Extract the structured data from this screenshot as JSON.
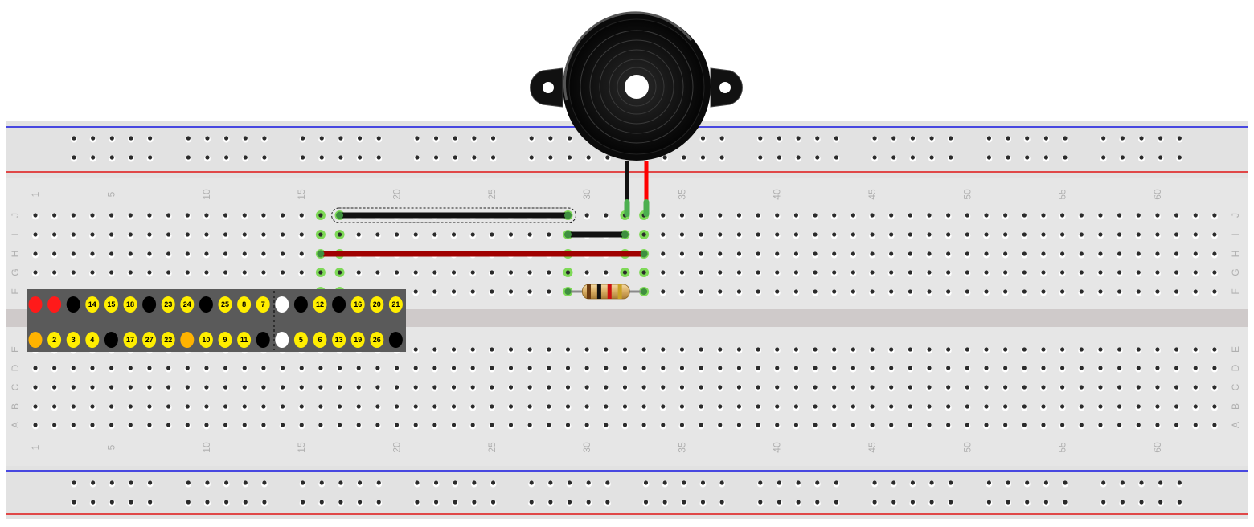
{
  "diagram": {
    "type": "breadboard-circuit",
    "breadboard": {
      "columns": 63,
      "column_number_labels": [
        "1",
        "5",
        "10",
        "15",
        "20",
        "25",
        "30",
        "35",
        "40",
        "45",
        "50",
        "55",
        "60"
      ],
      "top_half_rows": [
        "J",
        "I",
        "H",
        "G",
        "F"
      ],
      "bottom_half_rows": [
        "E",
        "D",
        "C",
        "B",
        "A"
      ],
      "colors": {
        "board": "#e6e6e6",
        "trench": "#cfcaca",
        "rail_blue": "#1414e0",
        "rail_red": "#e01414",
        "hole": "#2a2a2a",
        "highlight": "#7ed957"
      }
    },
    "gpio_header": {
      "top_row_pins": [
        {
          "label": "",
          "color": "#ff1a1a"
        },
        {
          "label": "",
          "color": "#ff1a1a"
        },
        {
          "label": "",
          "color": "#000000"
        },
        {
          "label": "14",
          "color": "#ffee00"
        },
        {
          "label": "15",
          "color": "#ffee00"
        },
        {
          "label": "18",
          "color": "#ffee00"
        },
        {
          "label": "",
          "color": "#000000"
        },
        {
          "label": "23",
          "color": "#ffee00"
        },
        {
          "label": "24",
          "color": "#ffee00"
        },
        {
          "label": "",
          "color": "#000000"
        },
        {
          "label": "25",
          "color": "#ffee00"
        },
        {
          "label": "8",
          "color": "#ffee00"
        },
        {
          "label": "7",
          "color": "#ffee00"
        },
        {
          "label": "",
          "color": "#ffffff"
        },
        {
          "label": "",
          "color": "#000000"
        },
        {
          "label": "12",
          "color": "#ffee00"
        },
        {
          "label": "",
          "color": "#000000"
        },
        {
          "label": "16",
          "color": "#ffee00"
        },
        {
          "label": "20",
          "color": "#ffee00"
        },
        {
          "label": "21",
          "color": "#ffee00"
        }
      ],
      "bottom_row_pins": [
        {
          "label": "",
          "color": "#ffb300"
        },
        {
          "label": "2",
          "color": "#ffee00"
        },
        {
          "label": "3",
          "color": "#ffee00"
        },
        {
          "label": "4",
          "color": "#ffee00"
        },
        {
          "label": "",
          "color": "#000000"
        },
        {
          "label": "17",
          "color": "#ffee00"
        },
        {
          "label": "27",
          "color": "#ffee00"
        },
        {
          "label": "22",
          "color": "#ffee00"
        },
        {
          "label": "",
          "color": "#ffb300"
        },
        {
          "label": "10",
          "color": "#ffee00"
        },
        {
          "label": "9",
          "color": "#ffee00"
        },
        {
          "label": "11",
          "color": "#ffee00"
        },
        {
          "label": "",
          "color": "#000000"
        },
        {
          "label": "",
          "color": "#ffffff"
        },
        {
          "label": "5",
          "color": "#ffee00"
        },
        {
          "label": "6",
          "color": "#ffee00"
        },
        {
          "label": "13",
          "color": "#ffee00"
        },
        {
          "label": "19",
          "color": "#ffee00"
        },
        {
          "label": "26",
          "color": "#ffee00"
        },
        {
          "label": "",
          "color": "#000000"
        }
      ]
    },
    "components": [
      {
        "name": "piezo-buzzer",
        "leads": [
          {
            "color": "#000000",
            "column": 32,
            "row": "J"
          },
          {
            "color": "#ff0000",
            "column": 33,
            "row": "J"
          }
        ]
      },
      {
        "name": "resistor",
        "from": {
          "column": 29,
          "row": "F"
        },
        "to": {
          "column": 33,
          "row": "F"
        },
        "bands": [
          "#6b3a10",
          "#111111",
          "#cc1010",
          "#c9a227"
        ]
      }
    ],
    "wires": [
      {
        "color": "#111111",
        "from": {
          "column": 17,
          "row": "J"
        },
        "to": {
          "column": 29,
          "row": "J"
        },
        "selected": true
      },
      {
        "color": "#111111",
        "from": {
          "column": 29,
          "row": "I"
        },
        "to": {
          "column": 32,
          "row": "I"
        }
      },
      {
        "color": "#a00000",
        "from": {
          "column": 16,
          "row": "H"
        },
        "to": {
          "column": 33,
          "row": "H"
        }
      }
    ],
    "highlighted_holes": [
      {
        "column": 16,
        "row": "J"
      },
      {
        "column": 16,
        "row": "I"
      },
      {
        "column": 16,
        "row": "H"
      },
      {
        "column": 16,
        "row": "G"
      },
      {
        "column": 16,
        "row": "F"
      },
      {
        "column": 17,
        "row": "J"
      },
      {
        "column": 17,
        "row": "I"
      },
      {
        "column": 17,
        "row": "H"
      },
      {
        "column": 17,
        "row": "G"
      },
      {
        "column": 17,
        "row": "F"
      },
      {
        "column": 29,
        "row": "J"
      },
      {
        "column": 29,
        "row": "I"
      },
      {
        "column": 29,
        "row": "H"
      },
      {
        "column": 29,
        "row": "G"
      },
      {
        "column": 29,
        "row": "F"
      },
      {
        "column": 32,
        "row": "J"
      },
      {
        "column": 32,
        "row": "I"
      },
      {
        "column": 32,
        "row": "H"
      },
      {
        "column": 32,
        "row": "G"
      },
      {
        "column": 32,
        "row": "F"
      },
      {
        "column": 33,
        "row": "J"
      },
      {
        "column": 33,
        "row": "I"
      },
      {
        "column": 33,
        "row": "H"
      },
      {
        "column": 33,
        "row": "G"
      },
      {
        "column": 33,
        "row": "F"
      }
    ]
  }
}
